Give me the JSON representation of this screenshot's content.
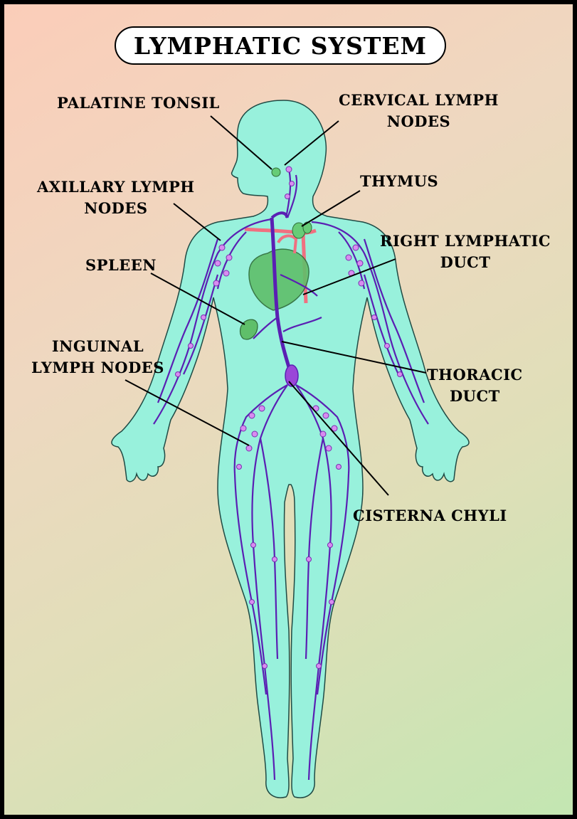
{
  "title": "LYMPHATIC SYSTEM",
  "labels": {
    "palatine_tonsil": [
      "PALATINE TONSIL"
    ],
    "cervical_lymph_nodes": [
      "CERVICAL LYMPH",
      "NODES"
    ],
    "axillary_lymph_nodes": [
      "AXILLARY LYMPH",
      "NODES"
    ],
    "thymus": [
      "THYMUS"
    ],
    "right_lymphatic_duct": [
      "RIGHT LYMPHATIC",
      "DUCT"
    ],
    "spleen": [
      "SPLEEN"
    ],
    "inguinal_lymph_nodes": [
      "INGUINAL",
      "LYMPH NODES"
    ],
    "thoracic_duct": [
      "THORACIC",
      "DUCT"
    ],
    "cisterna_chyli": [
      "CISTERNA CHYLI"
    ]
  },
  "colors": {
    "background_top_left": "#fbcdb9",
    "background_bottom_right": "#c3e6b2",
    "body": "#98f1dc",
    "lymph_vessel": "#5a1fb3",
    "lymph_node": "#d88cf0",
    "organ_green": "#66cc77",
    "vein_pink": "#f07080"
  }
}
